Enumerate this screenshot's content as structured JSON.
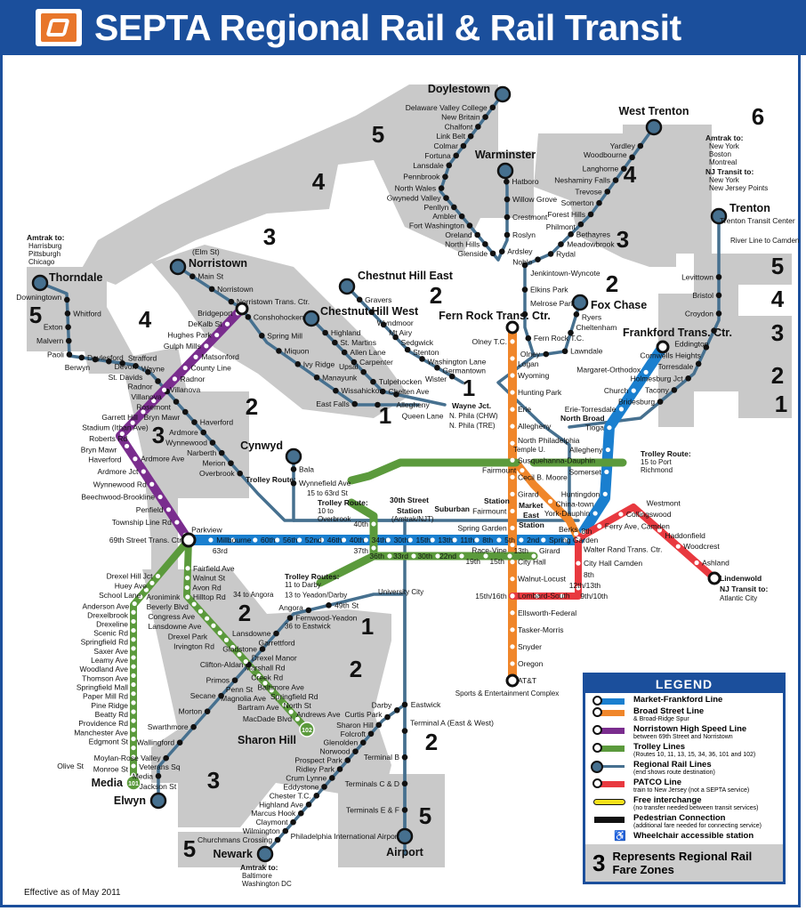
{
  "header": {
    "title": "SEPTA Regional Rail & Rail Transit"
  },
  "colors": {
    "mfl": "#1a7fcf",
    "bsl": "#f0862a",
    "nhsl": "#7a2d8e",
    "trolley": "#5b9a3c",
    "regional": "#46708f",
    "patco": "#e8393f",
    "zone_bg": "#c9c9c9",
    "brand": "#1b4f9c"
  },
  "lines": {
    "mfl": {
      "name": "Market-Frankford Line",
      "terminal": "Frankford Trans. Ctr.",
      "stations": [
        "69th Street Trans. Ctr.",
        "Millbourne",
        "63rd",
        "60th",
        "56th",
        "52nd",
        "46th",
        "40th",
        "34th",
        "30th",
        "15th",
        "13th",
        "11th",
        "8th",
        "5th",
        "2nd",
        "Spring Garden",
        "Girard",
        "Berks",
        "York-Dauphin",
        "Huntingdon",
        "Somerset",
        "Allegheny",
        "Tioga",
        "Erie-Torresdale",
        "Church",
        "Margaret-Orthodox"
      ]
    },
    "bsl": {
      "name": "Broad Street Line",
      "terminal": "Fern Rock Trans. Ctr.",
      "stations": [
        "Olney T.C.",
        "Logan",
        "Wyoming",
        "Hunting Park",
        "Erie",
        "Allegheny",
        "North Philadelphia",
        "Susquehanna-Dauphin",
        "Cecil B. Moore",
        "Girard",
        "Fairmount",
        "Spring Garden",
        "Race-Vine",
        "City Hall",
        "Walnut-Locust",
        "Lombard-South",
        "Ellsworth-Federal",
        "Tasker-Morris",
        "Snyder",
        "Oregon",
        "AT&T"
      ],
      "spur": [
        "Fairmount",
        "China-town",
        "8th"
      ],
      "sports": "Sports & Entertainment Complex"
    },
    "nhsl": {
      "name": "Norristown High Speed Line",
      "stations": [
        "Bridgeport",
        "DeKalb St",
        "Hughes Park",
        "Gulph Mills",
        "Matsonford",
        "County Line",
        "Radnor",
        "Villanova",
        "Stadium (Ithan Ave)",
        "Garrett Hill",
        "Roberts Rd",
        "Bryn Mawr",
        "Haverford",
        "Ardmore Ave",
        "Ardmore Jct",
        "Wynnewood Rd",
        "Beechwood-Brookline",
        "Penfield",
        "Township Line Rd",
        "Parkview"
      ]
    },
    "patco": {
      "name": "PATCO Line",
      "stations": [
        "15th/16th",
        "12th/13th",
        "9th/10th",
        "8th",
        "City Hall Camden",
        "Walter Rand Trans. Ctr.",
        "Ferry Ave, Camden",
        "Collingswood",
        "Westmont",
        "Haddonfield",
        "Woodcrest",
        "Ashland"
      ],
      "terminal": "Lindenwold",
      "nj_note": "NJ Transit to:",
      "nj_dest": "Atlantic City"
    },
    "trolley_subway": {
      "stations": [
        "13th",
        "15th",
        "19th",
        "22nd",
        "30th",
        "33rd",
        "36th",
        "37th",
        "40th"
      ]
    },
    "trolley_101": {
      "terminal": "Media",
      "badge": "101",
      "stations": [
        "Drexel Hill Jct",
        "Huey Ave",
        "School Lane",
        "Aronimink",
        "Anderson Ave",
        "Drexelbrook",
        "Drexeline",
        "Scenic Rd",
        "Springfield Rd",
        "Saxer Ave",
        "Leamy Ave",
        "Woodland Ave",
        "Thomson Ave",
        "Springfield Mall",
        "Paper Mill Rd",
        "Pine Ridge",
        "Beatty Rd",
        "Providence Rd",
        "Manchester Ave",
        "Edgmont St",
        "Monroe St",
        "Jackson St",
        "Olive St",
        "Veterans Sq"
      ]
    },
    "trolley_102": {
      "terminal": "Sharon Hill",
      "badge": "102",
      "stations": [
        "Fairfield Ave",
        "Walnut St",
        "Avon Rd",
        "Hilltop Rd",
        "Beverly Blvd",
        "Congress Ave",
        "Lansdowne Ave",
        "Drexel Park",
        "Irvington Rd",
        "Garrettford",
        "Drexel Manor",
        "Marshall Rd",
        "Creek Rd",
        "Baltimore Ave",
        "Penn St",
        "Springfield Rd",
        "Magnolia Ave",
        "North St",
        "Bartram Ave",
        "Andrews Ave",
        "MacDade Blvd"
      ]
    }
  },
  "trolley_notes": {
    "r15_title": "Trolley Route:",
    "r15_text": "15 to 63rd St",
    "r10_title": "Trolley Route:",
    "r10_text1": "10 to",
    "r10_text2": "Overbrook",
    "r15e_title": "Trolley Route:",
    "r15e_text1": "15 to Port",
    "r15e_text2": "Richmond",
    "subway_title": "Trolley Routes:",
    "subway_lines": [
      "11 to Darby",
      "13 to Yeadon/Darby",
      "34 to Angora",
      "36 to Eastwick"
    ]
  },
  "hubs": {
    "thirtieth": "30th Street",
    "thirtieth2": "Station",
    "thirtieth_sub": "(Amtrak/NJT)",
    "suburban": "Suburban",
    "suburban2": "Station",
    "market_east": "Market",
    "market_east2": "East",
    "market_east3": "Station",
    "university_city": "University City",
    "north_broad": "North Broad",
    "temple": "Temple U.",
    "wayne_jct": "Wayne Jct.",
    "n_phila_chw": "N. Phila (CHW)",
    "n_phila_tre": "N. Phila (TRE)"
  },
  "regional": [
    {
      "key": "thorndale",
      "terminal": "Thorndale",
      "stations": [
        "Downingtown",
        "Whitford",
        "Exton",
        "Malvern",
        "Paoli",
        "Daylesford",
        "Berwyn",
        "Devon",
        "Strafford",
        "Wayne",
        "St. Davids",
        "Radnor",
        "Villanova",
        "Rosemont",
        "Bryn Mawr",
        "Haverford",
        "Ardmore",
        "Wynnewood",
        "Narberth",
        "Merion",
        "Overbrook"
      ]
    },
    {
      "key": "norristown",
      "terminal": "Norristown",
      "terminal_sub": "(Elm St)",
      "stations": [
        "Main St",
        "Norristown",
        "Norristown Trans. Ctr.",
        "Conshohocken",
        "Spring Mill",
        "Miquon",
        "Ivy Ridge",
        "Manayunk",
        "Wissahickon",
        "East Falls",
        "Allegheny"
      ]
    },
    {
      "key": "cynwyd",
      "terminal": "Cynwyd",
      "stations": [
        "Bala",
        "Wynnefield Ave"
      ]
    },
    {
      "key": "chw",
      "terminal": "Chestnut Hill West",
      "stations": [
        "Highland",
        "St. Martins",
        "Allen Lane",
        "Carpenter",
        "Upsal",
        "Tulpehocken",
        "Chelten Ave",
        "Queen Lane"
      ]
    },
    {
      "key": "che",
      "terminal": "Chestnut Hill East",
      "stations": [
        "Gravers",
        "Wyndmoor",
        "Mt Airy",
        "Sedgwick",
        "Stenton",
        "Washington Lane",
        "Germantown",
        "Wister"
      ]
    },
    {
      "key": "doylestown",
      "terminal": "Doylestown",
      "stations": [
        "Delaware Valley College",
        "New Britain",
        "Chalfont",
        "Link Belt",
        "Colmar",
        "Fortuna",
        "Lansdale",
        "Pennbrook",
        "North Wales",
        "Gwynedd Valley",
        "Penllyn",
        "Ambler",
        "Fort Washington",
        "Oreland",
        "North Hills",
        "Glenside"
      ]
    },
    {
      "key": "warminster",
      "terminal": "Warminster",
      "stations": [
        "Hatboro",
        "Willow Grove",
        "Crestmont",
        "Roslyn",
        "Ardsley"
      ]
    },
    {
      "key": "westtrenton",
      "terminal": "West Trenton",
      "stations": [
        "Yardley",
        "Woodbourne",
        "Langhorne",
        "Neshaminy Falls",
        "Trevose",
        "Somerton",
        "Forest Hills",
        "Philmont",
        "Bethayres",
        "Meadowbrook",
        "Rydal",
        "Noble",
        "Jenkintown-Wyncote"
      ]
    },
    {
      "key": "trunk",
      "stations": [
        "Elkins Park",
        "Melrose Park",
        "Fern Rock T.C."
      ]
    },
    {
      "key": "foxchase",
      "terminal": "Fox Chase",
      "stations": [
        "Ryers",
        "Cheltenham",
        "Lawndale",
        "Olney"
      ]
    },
    {
      "key": "trenton",
      "terminal": "Trenton",
      "terminal_sub": "Trenton Transit Center",
      "stations": [
        "Levittown",
        "Bristol",
        "Croydon",
        "Eddington",
        "Cornwells Heights",
        "Torresdale",
        "Holmesburg Jct",
        "Tacony",
        "Bridesburg"
      ]
    },
    {
      "key": "elwyn",
      "terminal": "Elwyn",
      "stations": [
        "Media",
        "Moylan-Rose Valley",
        "Wallingford",
        "Swarthmore",
        "Morton",
        "Secane",
        "Primos",
        "Clifton-Aldan",
        "Gladstone",
        "Lansdowne",
        "Fernwood-Yeadon",
        "Angora",
        "49th St"
      ]
    },
    {
      "key": "newark",
      "terminal": "Newark",
      "stations": [
        "Churchmans Crossing",
        "Wilmington",
        "Claymont",
        "Marcus Hook",
        "Highland Ave",
        "Chester T.C.",
        "Eddystone",
        "Crum Lynne",
        "Ridley Park",
        "Prospect Park",
        "Norwood",
        "Glenolden",
        "Folcroft",
        "Sharon Hill",
        "Curtis Park",
        "Darby"
      ]
    },
    {
      "key": "airport",
      "terminal": "Airport",
      "stations": [
        "Philadelphia International Airport",
        "Terminals E & F",
        "Terminals C & D",
        "Terminal B",
        "Terminal A (East & West)",
        "Eastwick"
      ]
    }
  ],
  "notes": {
    "amtrak_west_title": "Amtrak to:",
    "amtrak_west": [
      "Harrisburg",
      "Pittsburgh",
      "Chicago"
    ],
    "amtrak_ne_title": "Amtrak to:",
    "amtrak_ne": [
      "New York",
      "Boston",
      "Montreal"
    ],
    "njt_title": "NJ Transit to:",
    "njt": [
      "New York",
      "New Jersey Points"
    ],
    "river_line": "River Line to Camden",
    "amtrak_south_title": "Amtrak to:",
    "amtrak_south": [
      "Baltimore",
      "Washington DC"
    ]
  },
  "zones": [
    "5",
    "6",
    "4",
    "4",
    "3",
    "3",
    "5",
    "4",
    "3",
    "2",
    "1",
    "2",
    "2",
    "4",
    "5",
    "3",
    "2",
    "1",
    "1",
    "2",
    "1",
    "2",
    "2",
    "3",
    "5",
    "5"
  ],
  "legend": {
    "title": "LEGEND",
    "items": [
      {
        "label": "Market-Frankford Line",
        "sub": ""
      },
      {
        "label": "Broad Street Line",
        "sub": "& Broad-Ridge Spur"
      },
      {
        "label": "Norristown High Speed Line",
        "sub": "between 69th Street and Norristown"
      },
      {
        "label": "Trolley Lines",
        "sub": "(Routes 10, 11, 13, 15, 34, 36, 101 and 102)"
      },
      {
        "label": "Regional Rail Lines",
        "sub": "(end shows route destination)"
      },
      {
        "label": "PATCO Line",
        "sub": "train to New Jersey (not a SEPTA service)"
      },
      {
        "label": "Free interchange",
        "sub": "(no transfer needed between transit services)"
      },
      {
        "label": "Pedestrian Connection",
        "sub": "(additional fare needed for connecting service)"
      },
      {
        "label": "Wheelchair accessible station",
        "sub": ""
      }
    ],
    "zone_number": "3",
    "zone_text1": "Represents Regional Rail",
    "zone_text2": "Fare Zones"
  },
  "footer": {
    "effective": "Effective as of May 2011"
  }
}
